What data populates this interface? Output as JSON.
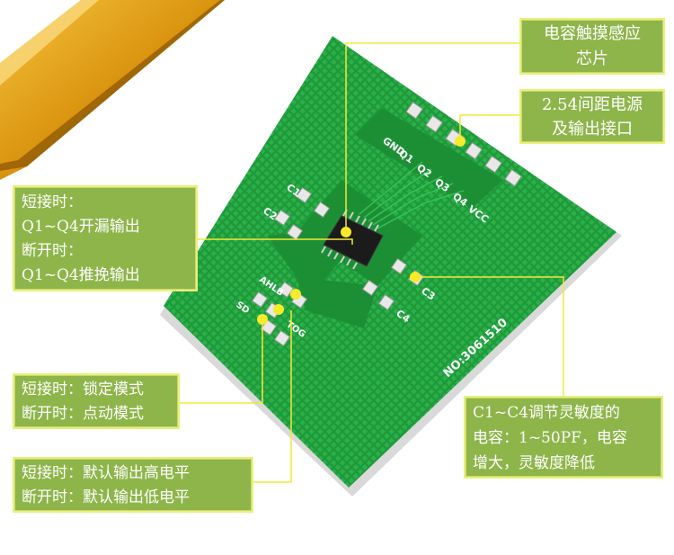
{
  "board": {
    "pin_labels": [
      "GND",
      "Q1",
      "Q2",
      "Q3",
      "Q4",
      "VCC"
    ],
    "cap_labels": [
      "C1",
      "C2",
      "C3",
      "C4"
    ],
    "jumper_labels": [
      "TOG",
      "AHLB",
      "SD"
    ],
    "model": "NO:3061510",
    "colors": {
      "pcb": "#1f9a3a",
      "pad": "#e8e8e8",
      "chip": "#1b1b1b",
      "callout_bg": "#8eb54a",
      "callout_border": "#e9f07a",
      "leader": "#f3e83a",
      "probe": "#e0a31a"
    }
  },
  "callouts": {
    "chip": {
      "lines": [
        "电容触摸感应",
        "芯片"
      ]
    },
    "header": {
      "lines": [
        "2.54间距电源",
        "及输出接口"
      ]
    },
    "output_mode": {
      "lines": [
        "短接时：",
        "Q1~Q4开漏输出",
        "断开时：",
        "Q1~Q4推挽输出"
      ]
    },
    "lock_mode": {
      "lines": [
        "短接时：锁定模式",
        "断开时：点动模式"
      ]
    },
    "default_level": {
      "lines": [
        "短接时：默认输出高电平",
        "断开时：默认输出低电平"
      ]
    },
    "sensitivity": {
      "lines": [
        "C1~C4调节灵敏度的",
        "电容：1~50PF，电容",
        "增大，灵敏度降低"
      ]
    }
  }
}
